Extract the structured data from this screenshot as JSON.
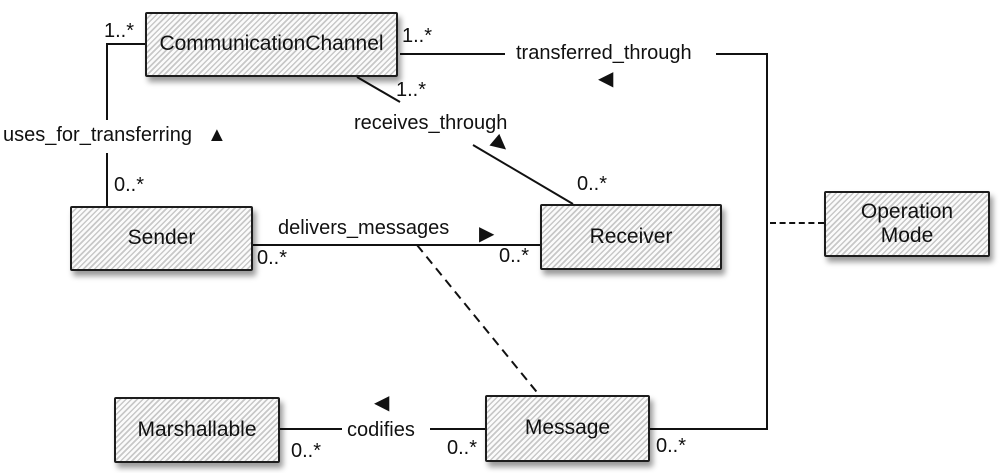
{
  "diagram_type": "uml-class-diagram",
  "colors": {
    "background": "#ffffff",
    "box_border": "#1d1d1d",
    "box_hatch": "#c8c8c8",
    "line": "#111111"
  },
  "nodes": {
    "communication_channel": {
      "label": "CommunicationChannel"
    },
    "sender": {
      "label": "Sender"
    },
    "receiver": {
      "label": "Receiver"
    },
    "operation_mode": {
      "label": "Operation Mode"
    },
    "marshallable": {
      "label": "Marshallable"
    },
    "message": {
      "label": "Message"
    }
  },
  "associations": {
    "uses_for_transferring": {
      "label": "uses_for_transferring",
      "arrow": "▲",
      "channel_end_mult": "1..*",
      "sender_end_mult": "0..*"
    },
    "transferred_through": {
      "label": "transferred_through",
      "arrow": "◀",
      "channel_end_mult": "1..*",
      "message_end_mult": "0..*"
    },
    "receives_through": {
      "label": "receives_through",
      "arrow": "▶",
      "channel_end_mult": "1..*",
      "receiver_end_mult": "0..*"
    },
    "delivers_messages": {
      "label": "delivers_messages",
      "arrow": "▶",
      "sender_end_mult": "0..*",
      "receiver_end_mult": "0..*"
    },
    "codifies": {
      "label": "codifies",
      "arrow": "◀",
      "marshallable_end_mult": "0..*",
      "message_end_mult": "0..*"
    }
  }
}
